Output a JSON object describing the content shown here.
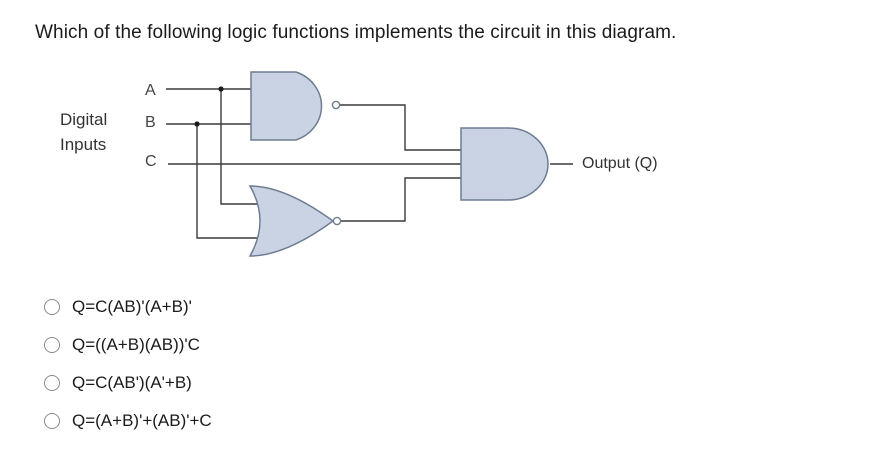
{
  "question": {
    "text": "Which of the following logic functions implements the circuit in this diagram."
  },
  "diagram": {
    "inputs_label_line1": "Digital",
    "inputs_label_line2": "Inputs",
    "input_a": "A",
    "input_b": "B",
    "input_c": "C",
    "output_label": "Output (Q)",
    "gates": [
      "nand-gate",
      "nor-gate",
      "and-gate"
    ],
    "colors": {
      "gate_fill": "#c9d3e4",
      "gate_stroke": "#6e7c92",
      "wire": "#3a3a3a"
    }
  },
  "options": [
    {
      "label": "Q=C(AB)'(A+B)'"
    },
    {
      "label": "Q=((A+B)(AB))'C"
    },
    {
      "label": "Q=C(AB')(A'+B)"
    },
    {
      "label": "Q=(A+B)'+(AB)'+C"
    }
  ]
}
